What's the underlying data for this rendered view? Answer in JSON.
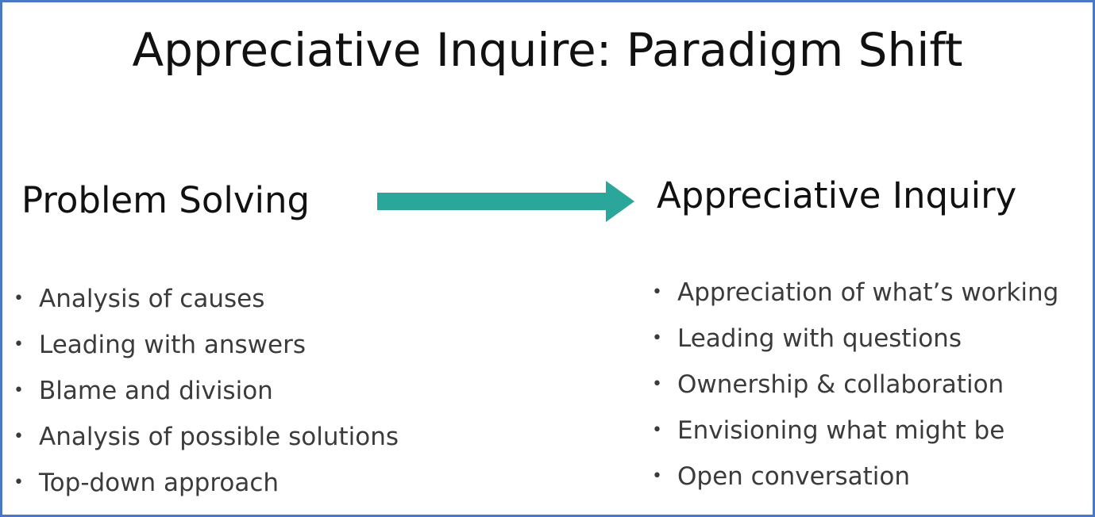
{
  "title": "Appreciative Inquire: Paradigm Shift",
  "left": {
    "heading": "Problem Solving",
    "items": [
      "Analysis of causes",
      "Leading with answers",
      "Blame and division",
      "Analysis of possible solutions",
      "Top-down approach"
    ]
  },
  "right": {
    "heading": "Appreciative Inquiry",
    "items": [
      "Appreciation of what’s working",
      "Leading with questions",
      "Ownership & collaboration",
      "Envisioning what might be",
      "Open conversation"
    ]
  },
  "bullet_glyph": "•",
  "colors": {
    "border": "#4a78c4",
    "arrow": "#2aa69a",
    "text": "#111111",
    "list_text": "#3b3b3b"
  }
}
